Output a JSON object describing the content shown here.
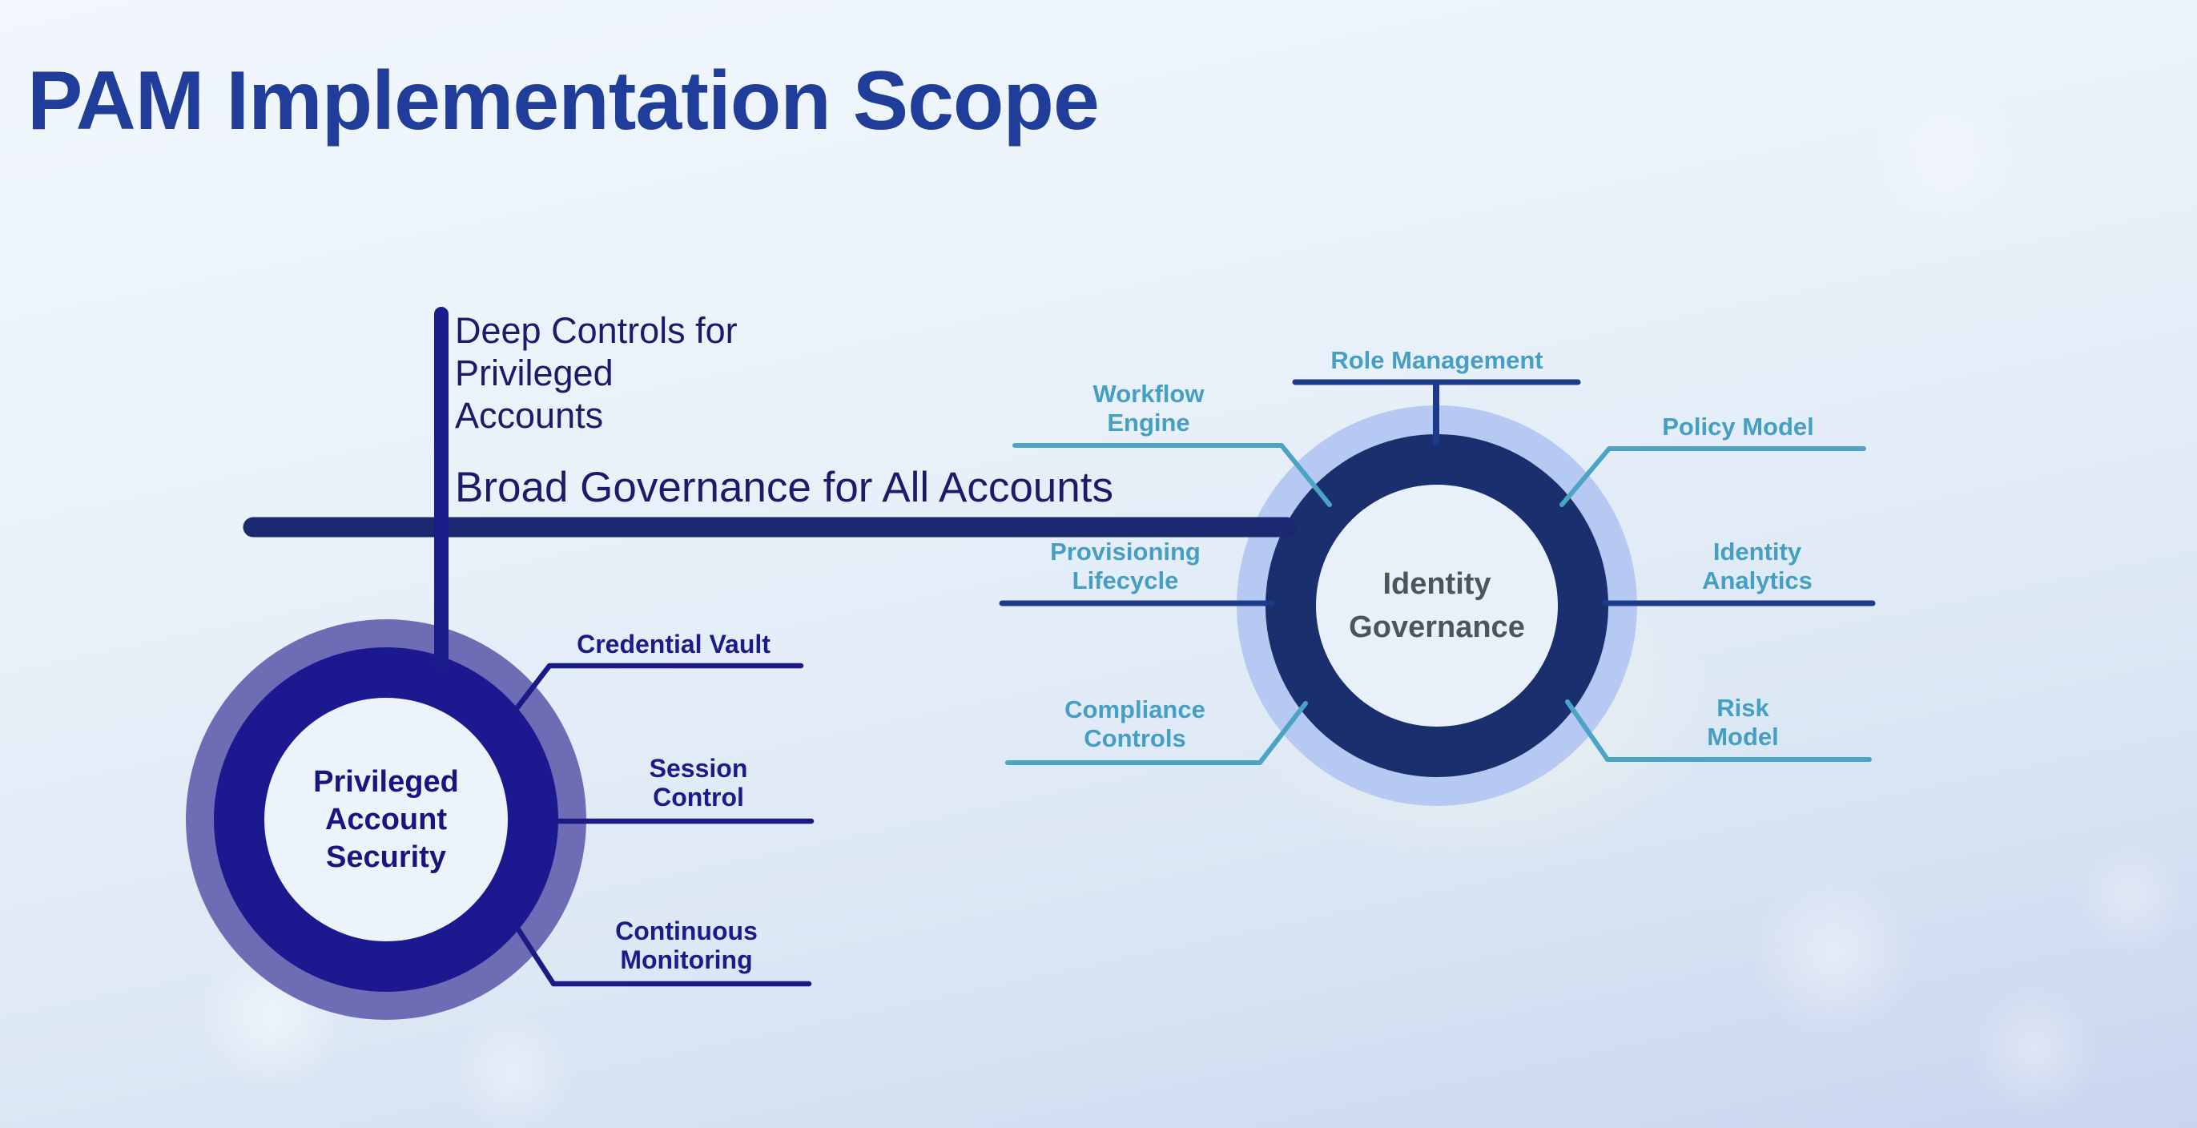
{
  "title": "PAM Implementation Scope",
  "annotations": {
    "deep_controls": "Deep Controls for\nPrivileged\nAccounts",
    "broad_governance": "Broad Governance for All Accounts"
  },
  "pam_hub": {
    "label": "Privileged\nAccount\nSecurity",
    "spokes": [
      {
        "label": "Credential Vault"
      },
      {
        "label": "Session\nControl"
      },
      {
        "label": "Continuous\nMonitoring"
      }
    ]
  },
  "iga_hub": {
    "label": "Identity\nGovernance",
    "spokes": [
      {
        "label": "Role Management"
      },
      {
        "label": "Workflow\nEngine"
      },
      {
        "label": "Policy Model"
      },
      {
        "label": "Provisioning\nLifecycle"
      },
      {
        "label": "Identity\nAnalytics"
      },
      {
        "label": "Compliance\nControls"
      },
      {
        "label": "Risk\nModel"
      }
    ]
  },
  "colors": {
    "title": "#1f3d99",
    "annotation-text": "#1b1b6a",
    "pam-ring-outer": "#6e6cb4",
    "pam-ring-inner": "#1c1990",
    "pam-center-fill": "#edf3fb",
    "pam-label": "#16167e",
    "pam-spoke-label": "#1c1b8a",
    "pam-line": "#1b1b85",
    "pam-stem": "#1b1b8c",
    "bar": "#1b2a70",
    "iga-ring-outer": "#b6c9f2",
    "iga-ring-inner": "#1a2f6e",
    "iga-center-fill": "#e8f1f9",
    "iga-label": "#4c545e",
    "iga-spoke-label": "#459fc2",
    "iga-line-navy": "#1c3a8a",
    "iga-line-teal": "#4ba4c4"
  }
}
